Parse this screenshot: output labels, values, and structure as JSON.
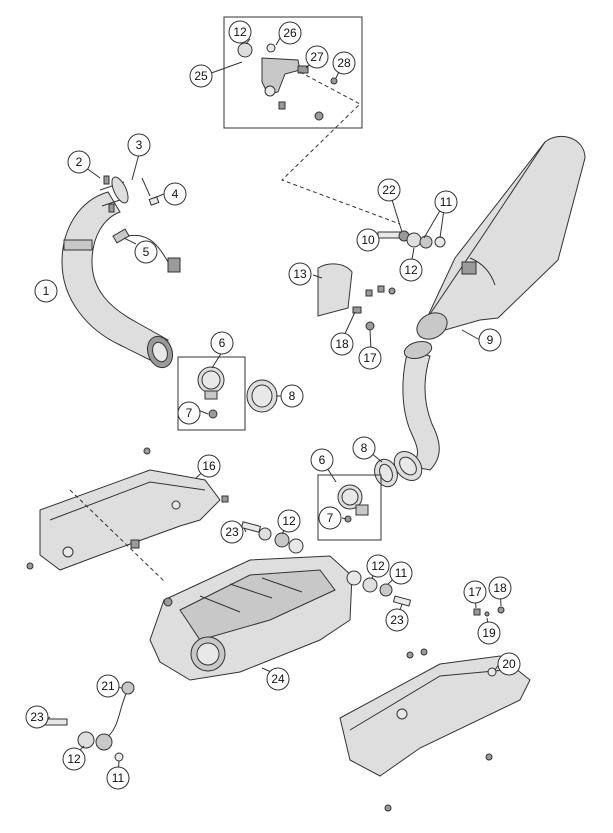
{
  "diagram": {
    "callouts": {
      "c1": "1",
      "c2": "2",
      "c3": "3",
      "c4": "4",
      "c5": "5",
      "c6a": "6",
      "c6b": "6",
      "c7a": "7",
      "c7b": "7",
      "c8a": "8",
      "c8b": "8",
      "c9": "9",
      "c10": "10",
      "c11a": "11",
      "c11b": "11",
      "c11c": "11",
      "c12a": "12",
      "c12b": "12",
      "c12c": "12",
      "c12d": "12",
      "c12e": "12",
      "c13": "13",
      "c16": "16",
      "c17a": "17",
      "c17b": "17",
      "c18a": "18",
      "c18b": "18",
      "c19": "19",
      "c20": "20",
      "c21": "21",
      "c22": "22",
      "c23a": "23",
      "c23b": "23",
      "c23c": "23",
      "c24": "24",
      "c25": "25",
      "c26": "26",
      "c27": "27",
      "c28": "28"
    }
  }
}
